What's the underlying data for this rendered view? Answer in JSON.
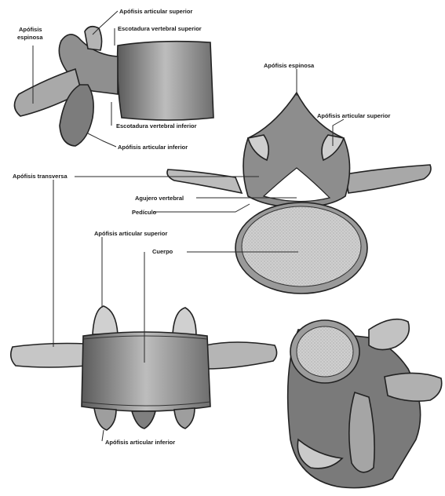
{
  "labels": {
    "apofisis_espinosa_lateral_1": "Apófisis",
    "apofisis_espinosa_lateral_2": "espinosa",
    "apofisis_articular_superior_lateral": "Apófisis articular superior",
    "escotadura_superior": "Escotadura vertebral superior",
    "escotadura_inferior": "Escotadura vertebral inferior",
    "apofisis_articular_inferior_lateral": "Apófisis articular inferior",
    "apofisis_espinosa_superior": "Apófisis espinosa",
    "apofisis_articular_superior_superior": "Apófisis articular superior",
    "apofisis_transversa": "Apófisis transversa",
    "agujero_vertebral": "Agujero vertebral",
    "pediculo": "Pedículo",
    "apofisis_articular_superior_anterior": "Apófisis articular superior",
    "cuerpo": "Cuerpo",
    "apofisis_articular_inferior_anterior": "Apófisis articular inferior"
  }
}
